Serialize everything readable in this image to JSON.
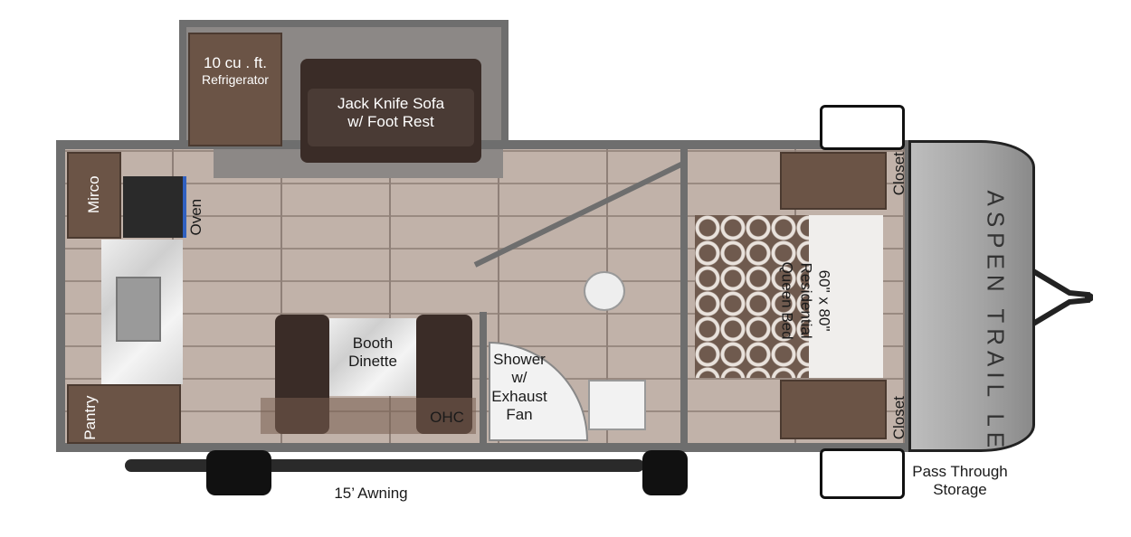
{
  "labels": {
    "refrigerator": [
      "10 cu . ft.",
      "Refrigerator"
    ],
    "sofa": [
      "Jack Knife Sofa",
      "w/ Foot Rest"
    ],
    "micro": "Mirco",
    "oven": "Oven",
    "dinette": [
      "Booth",
      "Dinette"
    ],
    "ohc": "OHC",
    "pantry": "Pantry",
    "shower": [
      "Shower",
      "w/",
      "Exhaust",
      "Fan"
    ],
    "bed": [
      "60\" x 80\"",
      "Residential",
      "Queen Bed"
    ],
    "closet_top": "Closet",
    "closet_bottom": "Closet",
    "pass_through": [
      "Pass Through",
      "Storage"
    ],
    "awning": "15’ Awning"
  },
  "logo": "ASPEN TRAIL LE",
  "colors": {
    "wall": "#6e6e6e",
    "cabinet": "#6b5446",
    "floor": "#b5a59c",
    "cap": "#a8a8a8"
  }
}
